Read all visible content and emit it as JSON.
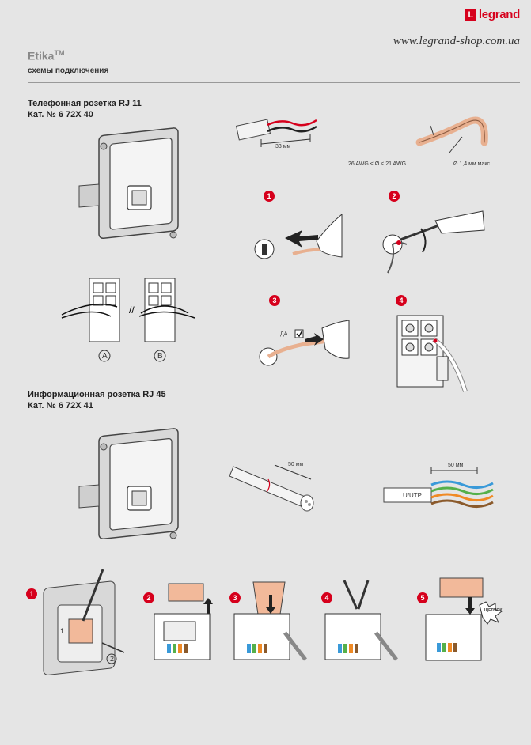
{
  "header": {
    "brand": "legrand",
    "url": "www.legrand-shop.com.ua",
    "series": "Etika",
    "trademark": "TM",
    "subtitle": "схемы подключения"
  },
  "section1": {
    "title": "Телефонная розетка RJ 11",
    "catalog": "Кат. № 6 72X 40",
    "strip_length": "33 мм",
    "awg_range": "26 AWG < Ø < 21 AWG",
    "max_diameter": "Ø 1,4 мм макс.",
    "option_a": "A",
    "option_b": "B",
    "yes_label": "ДА",
    "steps": [
      "1",
      "2",
      "3",
      "4"
    ]
  },
  "section2": {
    "title": "Информационная розетка RJ 45",
    "catalog": "Кат. № 6 72X 41",
    "strip_length_1": "50 мм",
    "strip_length_2": "50 мм",
    "cable_type": "U/UTP",
    "click_label": "ЩЕЛЧОК",
    "steps": [
      "1",
      "2",
      "3",
      "4",
      "5"
    ],
    "install_steps": [
      "1",
      "2"
    ]
  },
  "colors": {
    "accent": "#d6001c",
    "background": "#e5e5e5",
    "connector": "#f2b99a"
  }
}
